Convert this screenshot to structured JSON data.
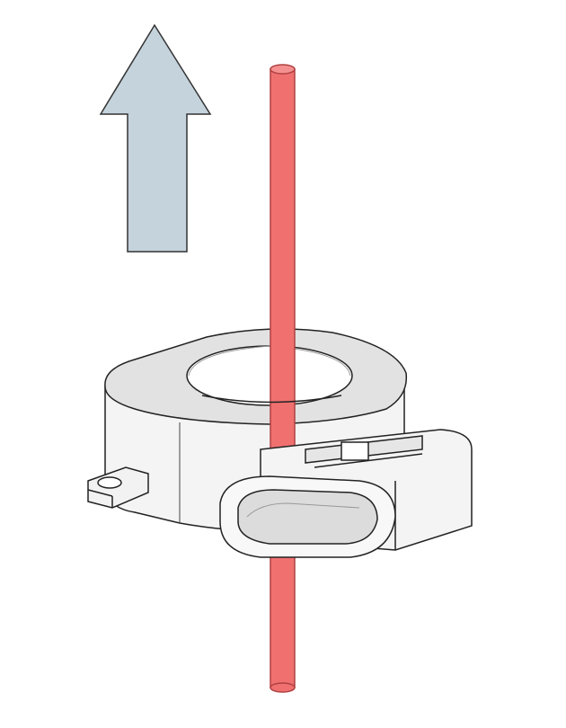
{
  "colors": {
    "background": "#ffffff",
    "arrow_fill": "#c5d3dd",
    "wire_fill": "#f07070",
    "wire_edge": "#c04848",
    "sensor_fill": "#f4f4f4",
    "sensor_shade": "#d8d8d8",
    "outline": "#222222"
  },
  "illustration": {
    "arrow_direction": "up",
    "components": [
      "current-arrow",
      "conductor-wire",
      "current-sensor",
      "connector"
    ]
  }
}
